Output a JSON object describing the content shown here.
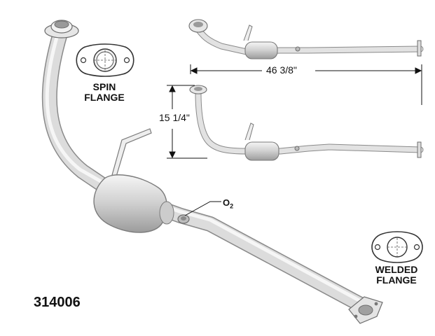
{
  "part_number": "314006",
  "spin_flange": {
    "line1": "SPIN",
    "line2": "FLANGE"
  },
  "welded_flange": {
    "line1": "WELDED",
    "line2": "FLANGE"
  },
  "sensor": {
    "label": "O",
    "subscript": "2"
  },
  "dimensions": {
    "length": "46 3/8\"",
    "height": "15 1/4\""
  },
  "colors": {
    "pipe": "#d9d9d9",
    "pipe_edge": "#8a8a8a",
    "line": "#111111"
  }
}
